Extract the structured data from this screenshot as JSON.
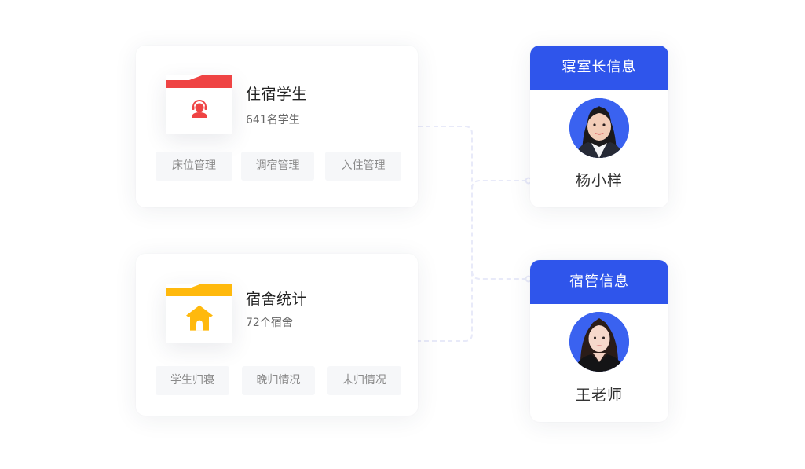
{
  "colors": {
    "accent_blue": "#2f55eb",
    "red": "#ef4444",
    "yellow": "#ffb90d",
    "button_bg": "#f6f7f9",
    "connector": "#e8eaf9"
  },
  "cards": {
    "residents": {
      "icon": "headset-person-icon",
      "title": "住宿学生",
      "subtitle": "641名学生",
      "buttons": [
        {
          "label": "床位管理"
        },
        {
          "label": "调宿管理"
        },
        {
          "label": "入住管理"
        }
      ]
    },
    "dorm_stats": {
      "icon": "house-icon",
      "title": "宿舍统计",
      "subtitle": "72个宿舍",
      "buttons": [
        {
          "label": "学生归寝"
        },
        {
          "label": "晚归情况"
        },
        {
          "label": "未归情况"
        }
      ]
    },
    "room_leader": {
      "header": "寝室长信息",
      "name": "杨小样",
      "avatar": "avatar-photo"
    },
    "dorm_manager": {
      "header": "宿管信息",
      "name": "王老师",
      "avatar": "avatar-photo"
    }
  }
}
